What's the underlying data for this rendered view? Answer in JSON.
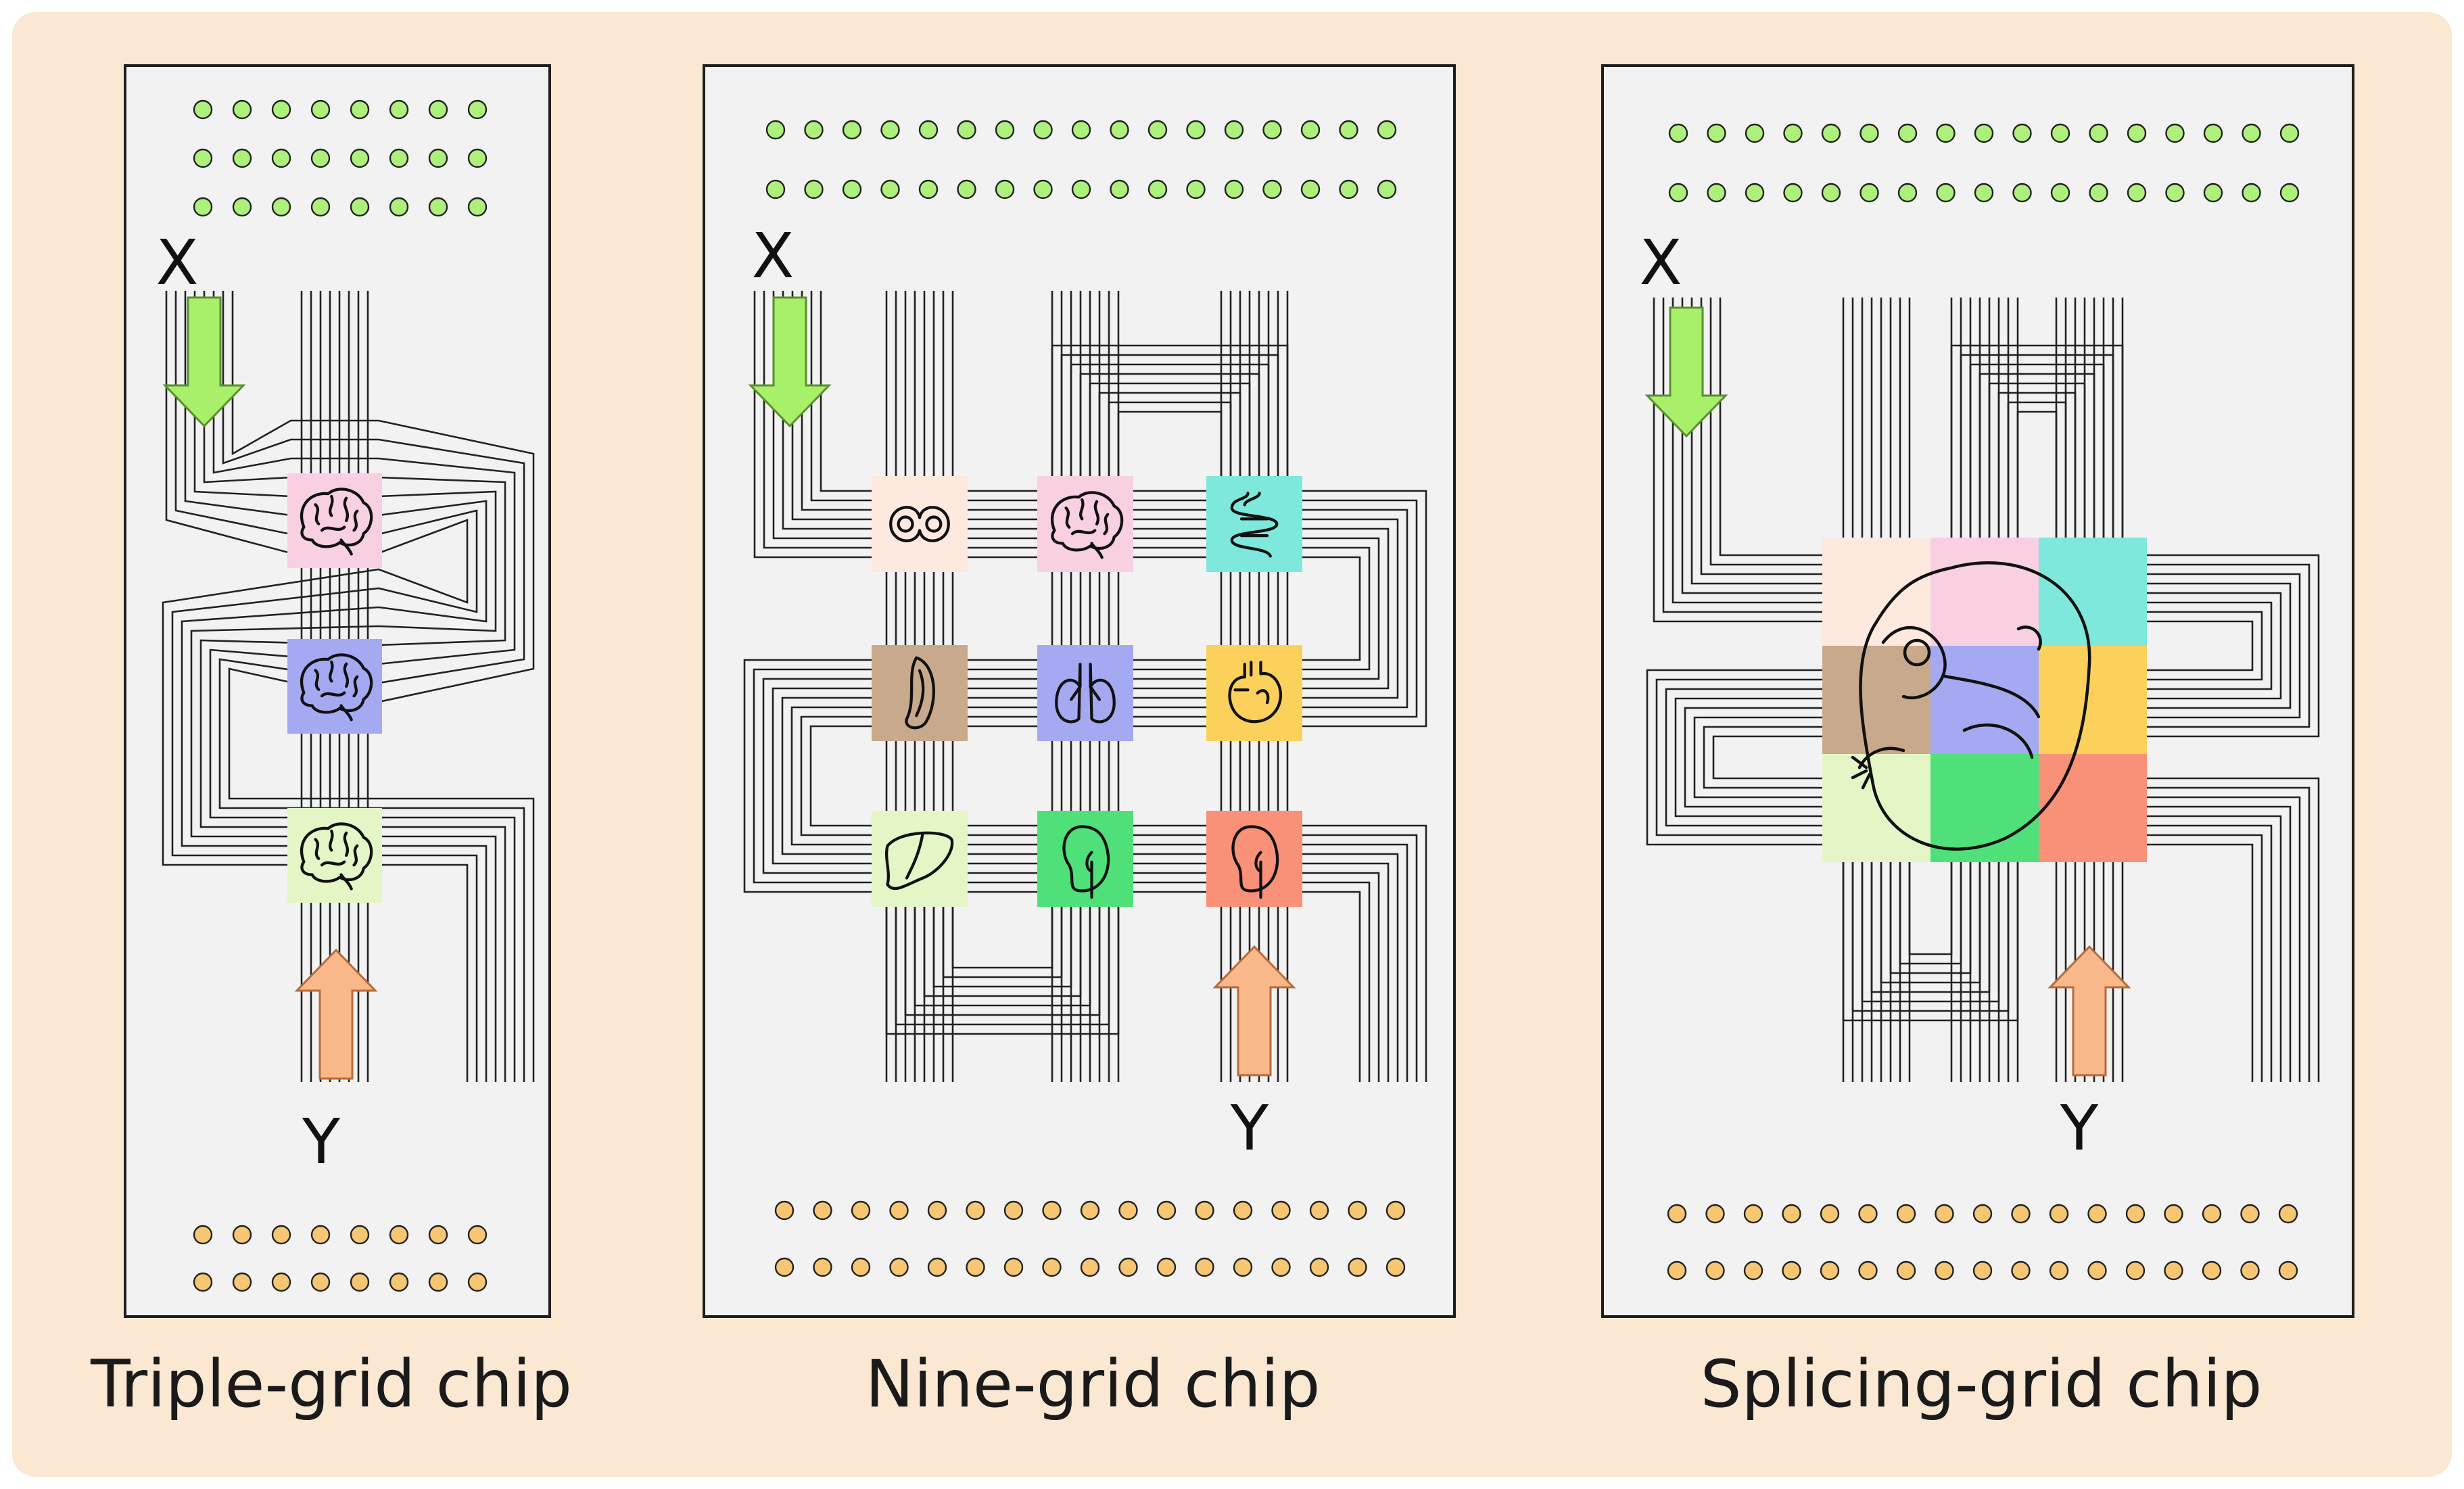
{
  "figure": {
    "background_color": "#fbe8d3",
    "inlet_pad_color": "#aef07c",
    "outlet_pad_color": "#f6c673",
    "x_arrow_color": "#a8ef6a",
    "y_arrow_color": "#f9b88a"
  },
  "chips": [
    {
      "label": "Triple-grid chip",
      "x_label": "X",
      "y_label": "Y",
      "inlet_rows": 3,
      "inlet_cols": 8,
      "outlet_rows": 2,
      "outlet_cols": 8,
      "grid": [
        [
          {
            "color": "#f9cfe2",
            "icon": "brain-icon"
          }
        ],
        [
          {
            "color": "#a5a9f2",
            "icon": "brain-icon"
          }
        ],
        [
          {
            "color": "#e4f6c6",
            "icon": "brain-icon"
          }
        ]
      ]
    },
    {
      "label": "Nine-grid chip",
      "x_label": "X",
      "y_label": "Y",
      "inlet_rows": 2,
      "inlet_cols": 17,
      "outlet_rows": 2,
      "outlet_cols": 17,
      "grid": [
        [
          {
            "color": "#fde9dd",
            "icon": "eye-cells-icon"
          },
          {
            "color": "#f9cfe2",
            "icon": "brain-icon"
          },
          {
            "color": "#7fe8dc",
            "icon": "intestine-icon"
          }
        ],
        [
          {
            "color": "#c8a98c",
            "icon": "spleen-icon"
          },
          {
            "color": "#a5a9f2",
            "icon": "lungs-icon"
          },
          {
            "color": "#fbd15c",
            "icon": "heart-icon"
          }
        ],
        [
          {
            "color": "#e4f6c6",
            "icon": "liver-icon"
          },
          {
            "color": "#4fe07a",
            "icon": "kidney-icon"
          },
          {
            "color": "#f99178",
            "icon": "kidney-icon"
          }
        ]
      ]
    },
    {
      "label": "Splicing-grid chip",
      "x_label": "X",
      "y_label": "Y",
      "inlet_rows": 2,
      "inlet_cols": 17,
      "outlet_rows": 2,
      "outlet_cols": 17,
      "grid": [
        [
          {
            "color": "#fde9dd",
            "icon": ""
          },
          {
            "color": "#f9cfe2",
            "icon": ""
          },
          {
            "color": "#7fe8dc",
            "icon": ""
          }
        ],
        [
          {
            "color": "#c8a98c",
            "icon": ""
          },
          {
            "color": "#a5a9f2",
            "icon": ""
          },
          {
            "color": "#fbd15c",
            "icon": ""
          }
        ],
        [
          {
            "color": "#e4f6c6",
            "icon": ""
          },
          {
            "color": "#4fe07a",
            "icon": ""
          },
          {
            "color": "#f99178",
            "icon": ""
          }
        ]
      ],
      "overlay_icon": "embryo-icon"
    }
  ]
}
